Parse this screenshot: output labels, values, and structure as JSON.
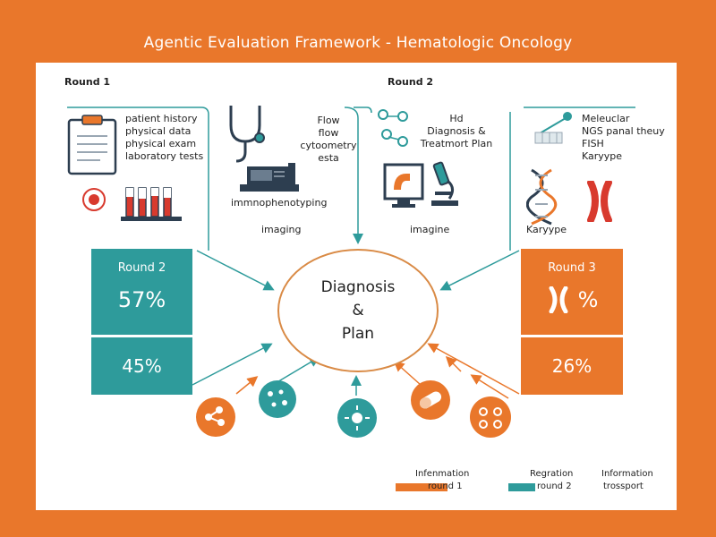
{
  "title": "Agentic Evaluation Framework - Hematologic Oncology",
  "rounds": {
    "round1_header": "Round 1",
    "round2_header": "Round 2"
  },
  "left_top": {
    "clipboard_lines": [
      "patient history",
      "physical data",
      "physical exam",
      "laboratory tests"
    ],
    "flow_lines": [
      "Flow",
      "flow",
      "cytoometry",
      "esta"
    ],
    "immuno_label": "immnophenotyping",
    "imaging_label": "imaging"
  },
  "right_top": {
    "diagnosis_lines": [
      "Hd",
      "Diagnosis &",
      "Treatmort Plan"
    ],
    "imagine_label": "imagine",
    "molecular_lines": [
      "Meleuclar",
      "NGS panal theuy",
      "FISH",
      "Karyype"
    ],
    "karyotype_label": "Karyype"
  },
  "center": {
    "lines": [
      "Diagnosis",
      "&",
      "Plan"
    ]
  },
  "left_box": {
    "title": "Round 2",
    "top_value": "57%",
    "bottom_value": "45%",
    "color": "#2e9b9b"
  },
  "right_box": {
    "title": "Round 3",
    "top_value": "%",
    "bottom_value": "26%",
    "color": "#e9772b"
  },
  "legend": {
    "col1_title": "Infenmation",
    "col1_label": "round 1",
    "col2_title": "Regration",
    "col2_label": "round 2",
    "col3_title": "Information",
    "col3_label": "trossport"
  },
  "colors": {
    "orange": "#e9772b",
    "teal": "#2e9b9b",
    "navy": "#2d3e50",
    "red": "#d83a2e"
  }
}
